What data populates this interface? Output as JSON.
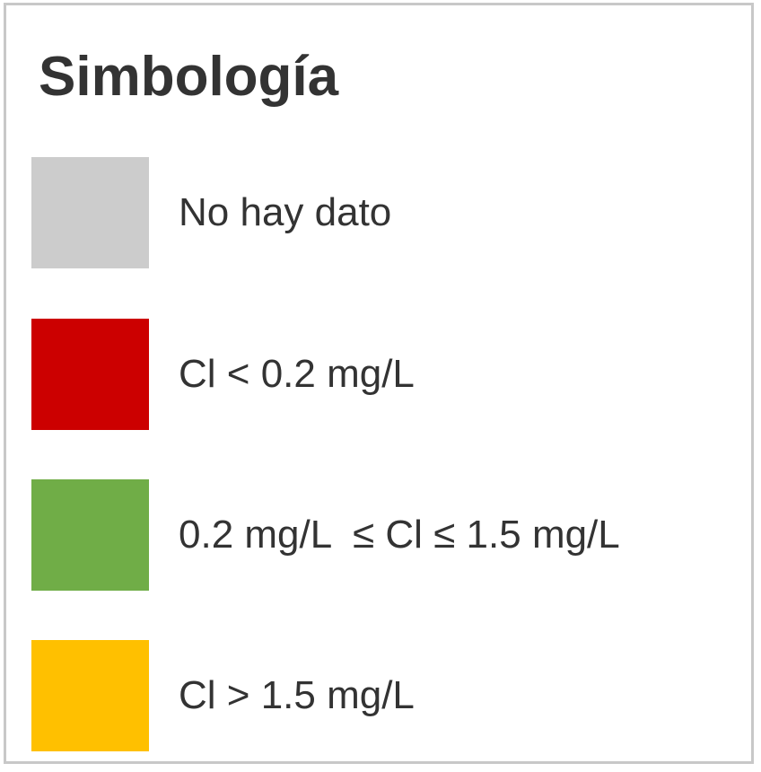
{
  "legend": {
    "title": "Simbología",
    "items": [
      {
        "label": "No hay dato",
        "color": "#cccccc"
      },
      {
        "label": "Cl < 0.2 mg/L",
        "color": "#cc0000"
      },
      {
        "label": "0.2 mg/L  ≤ Cl ≤ 1.5 mg/L",
        "color": "#70ad47"
      },
      {
        "label": "Cl > 1.5 mg/L",
        "color": "#ffc000"
      }
    ]
  }
}
